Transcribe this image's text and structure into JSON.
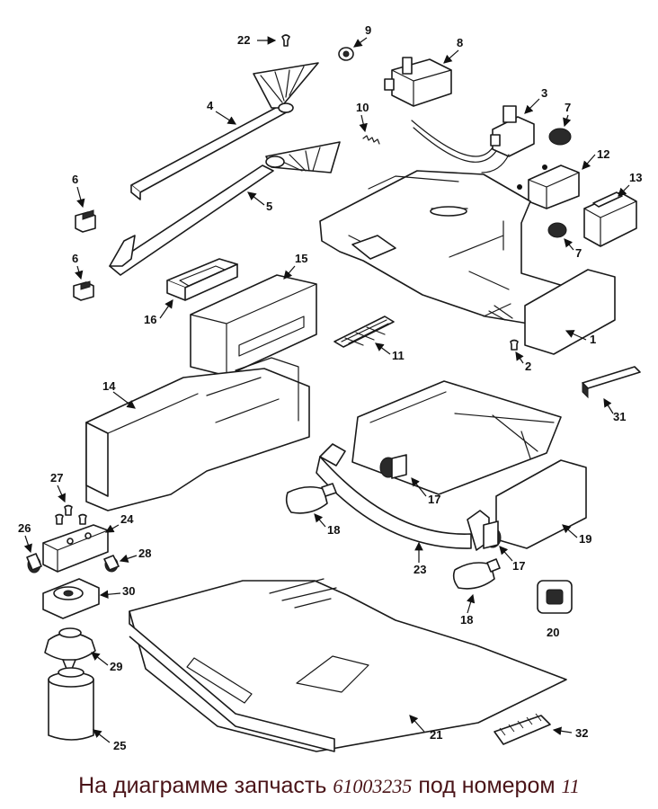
{
  "diagram": {
    "callouts": [
      "22",
      "9",
      "8",
      "4",
      "3",
      "7",
      "10",
      "12",
      "13",
      "6",
      "5",
      "7",
      "6",
      "1",
      "15",
      "16",
      "11",
      "2",
      "14",
      "31",
      "27",
      "24",
      "26",
      "28",
      "30",
      "17",
      "18",
      "19",
      "23",
      "17",
      "18",
      "20",
      "29",
      "21",
      "25",
      "32"
    ]
  },
  "caption": {
    "prefix": "На диаграмме запчасть",
    "part_number": "61003235",
    "middle": "под номером",
    "callout": "11"
  }
}
